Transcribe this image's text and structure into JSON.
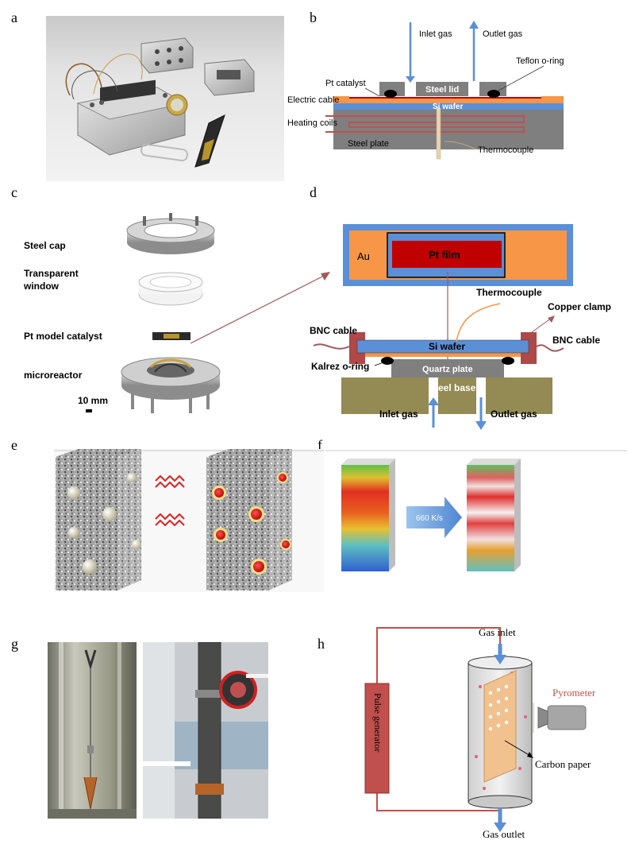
{
  "panels": {
    "a": "a",
    "b": "b",
    "c": "c",
    "d": "d",
    "e": "e",
    "f": "f",
    "g": "g",
    "h": "h"
  },
  "panel_b": {
    "inlet_gas": "Inlet gas",
    "outlet_gas": "Outlet gas",
    "pt_catalyst": "Pt catalyst",
    "steel_lid": "Steel lid",
    "teflon_oring": "Teflon o-ring",
    "electric_cable": "Electric cable",
    "si_wafer": "Si wafer",
    "heating_coils": "Heating coils",
    "steel_plate": "Steel plate",
    "thermocouple": "Thermocouple"
  },
  "panel_c": {
    "steel_cap": "Steel cap",
    "transparent_window_1": "Transparent",
    "transparent_window_2": "window",
    "pt_model_catalyst": "Pt model catalyst",
    "microreactor": "microreactor",
    "scale_bar": "10 mm"
  },
  "panel_d": {
    "au": "Au",
    "pt_film": "Pt film",
    "thermocouple": "Thermocouple",
    "copper_clamp": "Copper clamp",
    "bnc_cable_left": "BNC cable",
    "bnc_cable_right": "BNC cable",
    "si_wafer": "Si wafer",
    "kalrez_oring": "Kalrez o-ring",
    "quartz_plate": "Quartz plate",
    "steel_base": "Steel base",
    "inlet_gas": "Inlet gas",
    "outlet_gas": "Outlet gas"
  },
  "panel_f": {
    "rate": "660 K/s"
  },
  "panel_h": {
    "gas_inlet": "Gas inlet",
    "pulse_generator": "Pulse generator",
    "pyrometer": "Pyrometer",
    "carbon_paper": "Carbon paper",
    "gas_outlet": "Gas outlet"
  },
  "colors": {
    "steel": "#7f7f7f",
    "si_wafer": "#5b8fd6",
    "pt": "#c00000",
    "gold": "#f79646",
    "base": "#948a54",
    "arrow": "#5b8fd6",
    "clamp": "#b04848",
    "pulse": "#c0504d",
    "pyrometer_text": "#c0504d"
  }
}
